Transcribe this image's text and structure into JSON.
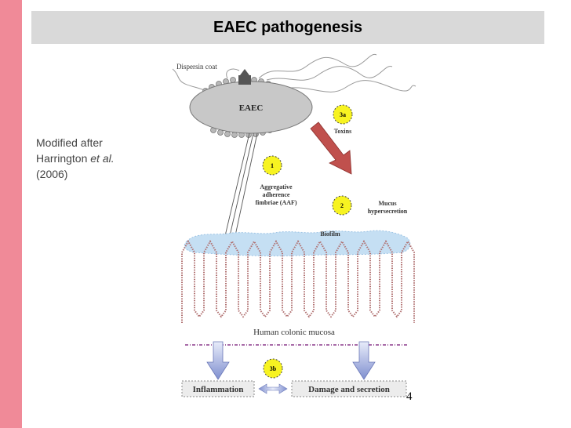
{
  "slide": {
    "title": "EAEC pathogenesis",
    "caption_line1": "Modified after",
    "caption_line2_name": "Harrington ",
    "caption_line2_etal": "et al.",
    "caption_line3": "(2006)",
    "slide_number": "4"
  },
  "diagram": {
    "dispersin_label": "Dispersin coat",
    "bacterium_label": "EAEC",
    "badge_3a": "3a",
    "toxins_label": "Toxins",
    "badge_1": "1",
    "aaf_line1": "Aggregative",
    "aaf_line2": "adherence",
    "aaf_line3": "fimbriae (AAF)",
    "badge_2": "2",
    "mucus_line1": "Mucus",
    "mucus_line2": "hypersecretion",
    "biofilm_label": "Biofilm",
    "mucosa_label": "Human colonic mucosa",
    "badge_3b": "3b",
    "inflammation_label": "Inflammation",
    "damage_label": "Damage and secretion"
  },
  "colors": {
    "left_bar": "#f08a98",
    "title_bar": "#d9d9d9",
    "bacterium": "#c8c8c8",
    "badge": "#f7f321",
    "arrow_toxin": "#c0504d",
    "biofilm": "#c5dff3",
    "villi": "#b07070",
    "down_arrows": "#8fa0d8",
    "dotted_line": "#8b3a8b"
  }
}
